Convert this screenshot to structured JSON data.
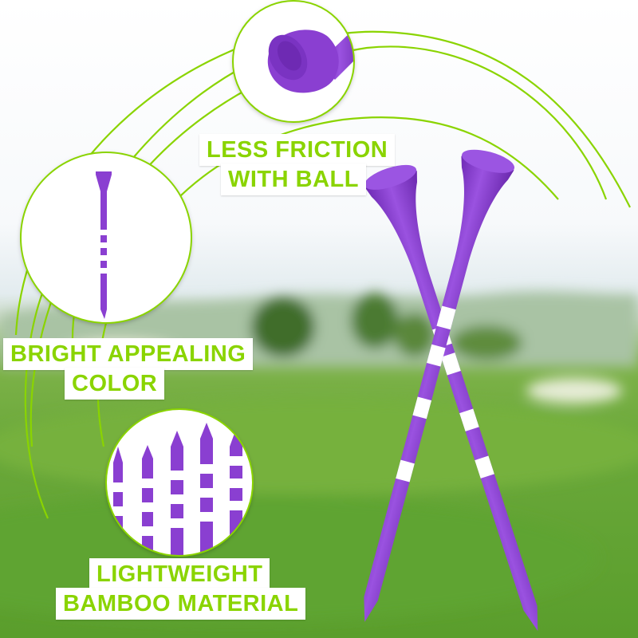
{
  "labels": {
    "friction_line_1": "LESS FRICTION",
    "friction_line_2": "WITH BALL",
    "color_line_1": "BRIGHT APPEALING",
    "color_line_2": "COLOR",
    "lightweight_line_1": "LIGHTWEIGHT",
    "lightweight_line_2": "BAMBOO MATERIAL"
  },
  "colors": {
    "accent_green": "#8ad400",
    "tee_purple": "#8a3fd1",
    "stripe_white": "#ffffff"
  }
}
